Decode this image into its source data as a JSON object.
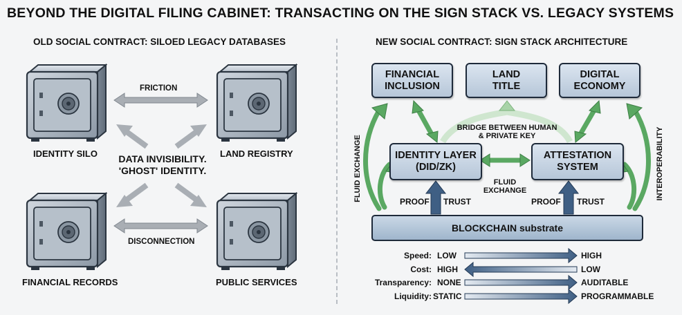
{
  "title": "BEYOND THE DIGITAL FILING CABINET: TRANSACTING ON THE SIGN STACK VS. LEGACY SYSTEMS",
  "left": {
    "heading": "OLD SOCIAL CONTRACT: SILOED LEGACY DATABASES",
    "silos": [
      "IDENTITY SILO",
      "LAND REGISTRY",
      "FINANCIAL RECORDS",
      "PUBLIC SERVICES"
    ],
    "friction": "FRICTION",
    "disconnection": "DISCONNECTION",
    "center_line1": "DATA INVISIBILITY.",
    "center_line2": "'GHOST' IDENTITY."
  },
  "right": {
    "heading": "NEW SOCIAL CONTRACT: SIGN STACK ARCHITECTURE",
    "top_boxes": [
      {
        "line1": "FINANCIAL",
        "line2": "INCLUSION"
      },
      {
        "line1": "LAND",
        "line2": "TITLE"
      },
      {
        "line1": "DIGITAL",
        "line2": "ECONOMY"
      }
    ],
    "bridge_line1": "BRIDGE BETWEEN HUMAN",
    "bridge_line2": "& PRIVATE KEY",
    "identity": {
      "line1": "IDENTITY LAYER",
      "line2": "(DID/ZK)"
    },
    "attestation": {
      "line1": "ATTESTATION",
      "line2": "SYSTEM"
    },
    "fluid_mid_line1": "FLUID",
    "fluid_mid_line2": "EXCHANGE",
    "fluid_side": "FLUID EXCHANGE",
    "interop": "INTEROPERABILITY",
    "proof": "PROOF",
    "trust": "TRUST",
    "substrate": "BLOCKCHAIN substrate",
    "metrics": [
      {
        "name": "Speed:",
        "from": "LOW",
        "to": "HIGH"
      },
      {
        "name": "Cost:",
        "from": "HIGH",
        "to": "LOW"
      },
      {
        "name": "Transparency:",
        "from": "NONE",
        "to": "AUDITABLE"
      },
      {
        "name": "Liquidity:",
        "from": "STATIC",
        "to": "PROGRAMMABLE"
      }
    ]
  },
  "colors": {
    "green": "#5aa862",
    "steel": "#3f5f84",
    "grey_arrow": "#a9aeb4"
  }
}
